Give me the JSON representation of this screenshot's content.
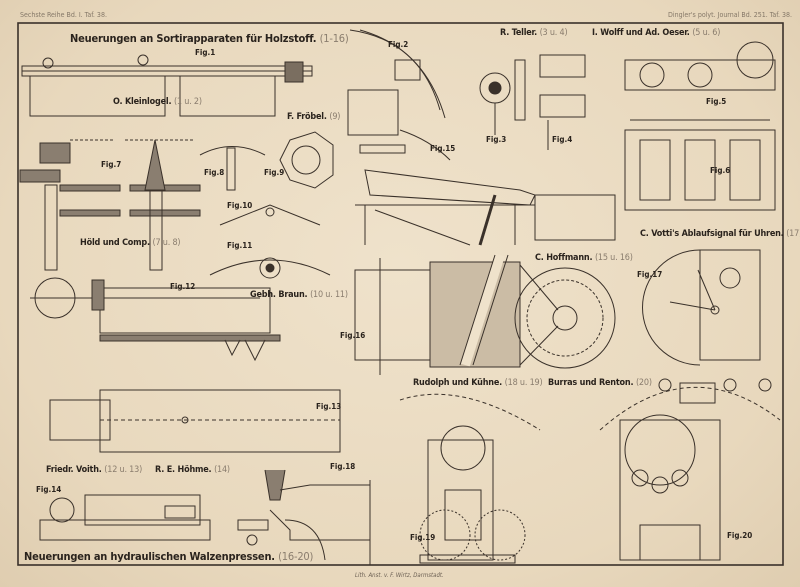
{
  "header": {
    "left": "Sechste Reihe Bd. I. Taf. 38.",
    "right": "Dingler's polyt. Journal Bd. 251. Taf. 38."
  },
  "sections": {
    "top_title": {
      "text": "Neuerungen an Sortirapparaten für Holzstoff.",
      "ref": "(1-16)"
    },
    "bottom_title": {
      "text": "Neuerungen an hydraulischen Walzenpressen.",
      "ref": "(16-20)"
    }
  },
  "credits": [
    {
      "text": "O. Kleinlogel.",
      "ref": "(1 u. 2)"
    },
    {
      "text": "F. Fröbel.",
      "ref": "(9)"
    },
    {
      "text": "R. Teller.",
      "ref": "(3 u. 4)"
    },
    {
      "text": "I. Wolff und Ad. Oeser.",
      "ref": "(5 u. 6)"
    },
    {
      "text": "Höld und Comp.",
      "ref": "(7 u. 8)"
    },
    {
      "text": "Gebh. Braun.",
      "ref": "(10 u. 11)"
    },
    {
      "text": "C. Hoffmann.",
      "ref": "(15 u. 16)"
    },
    {
      "text": "C. Votti's Ablaufsignal für Uhren.",
      "ref": "(17)"
    },
    {
      "text": "Rudolph und Kühne.",
      "ref": "(18 u. 19)"
    },
    {
      "text": "Burras und Renton.",
      "ref": "(20)"
    },
    {
      "text": "Friedr. Voith.",
      "ref": "(12 u. 13)"
    },
    {
      "text": "R. E. Höhme.",
      "ref": "(14)"
    }
  ],
  "figures": [
    "Fig.1",
    "Fig.2",
    "Fig.3",
    "Fig.4",
    "Fig.5",
    "Fig.6",
    "Fig.7",
    "Fig.8",
    "Fig.9",
    "Fig.10",
    "Fig.11",
    "Fig.12",
    "Fig.13",
    "Fig.14",
    "Fig.15",
    "Fig.16",
    "Fig.17",
    "Fig.18",
    "Fig.19",
    "Fig.20"
  ],
  "footer": "Lith. Anst. v. F. Wirtz, Darmstadt.",
  "colors": {
    "paper": "#eadbc2",
    "ink": "#2e2721"
  }
}
